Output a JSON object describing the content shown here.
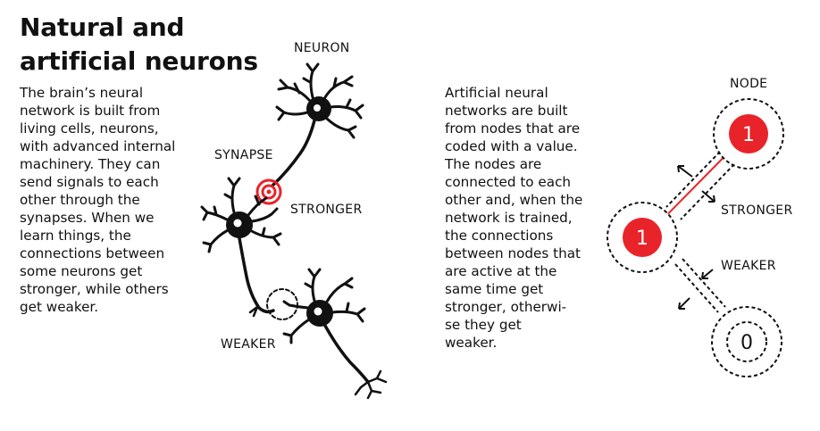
{
  "title": {
    "line1": "Natural and",
    "line2": "artificial neurons"
  },
  "left_text": [
    "The brain’s neural",
    "network is built from",
    "living cells, neurons,",
    "with advanced internal",
    "machinery. They can",
    "send signals to each",
    "other through the",
    "synapses. When we",
    "learn things, the",
    "connections between",
    "some neurons get",
    "stronger, while others",
    "get weaker."
  ],
  "right_text": [
    "Artificial neural",
    "networks are built",
    "from nodes that are",
    "coded with a value.",
    "The nodes are",
    "connected to each",
    "other and, when the",
    "network is trained,",
    "the connections",
    "between nodes that",
    "are active at the",
    "same time get",
    "stronger, otherwi-",
    "se they get",
    "weaker."
  ],
  "neuron_labels": {
    "neuron": "NEURON",
    "synapse": "SYNAPSE",
    "stronger": "STRONGER",
    "weaker": "WEAKER"
  },
  "node_labels": {
    "node": "NODE",
    "stronger": "STRONGER",
    "weaker": "WEAKER"
  },
  "nodes": {
    "top_value": "1",
    "middle_value": "1",
    "bottom_value": "0"
  },
  "colors": {
    "accent_red": "#e8242a",
    "ink": "#111111"
  }
}
